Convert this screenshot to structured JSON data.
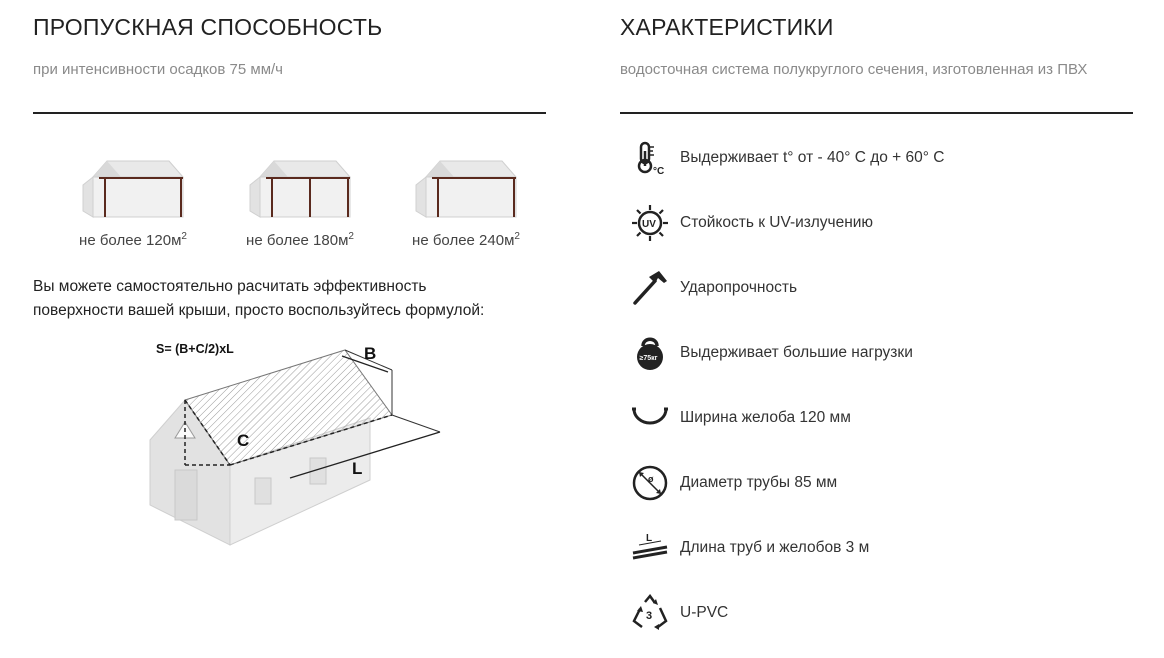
{
  "left": {
    "title": "ПРОПУСКНАЯ СПОСОБНОСТЬ",
    "subtitle": "при интенсивности осадков 75 мм/ч",
    "houses": [
      {
        "label": "не более 120м",
        "sup": "2"
      },
      {
        "label": "не более 180м",
        "sup": "2"
      },
      {
        "label": "не более 240м",
        "sup": "2"
      }
    ],
    "calc_line1": "Вы можете самостоятельно расчитать эффективность",
    "calc_line2": "поверхности вашей крыши, просто воспользуйтесь формулой:",
    "formula": "S= (B+C/2)xL",
    "dim_b": "B",
    "dim_c": "C",
    "dim_l": "L"
  },
  "right": {
    "title": "ХАРАКТЕРИСТИКИ",
    "subtitle": "водосточная система полукруглого сечения, изготовленная из ПВХ",
    "features": [
      {
        "icon": "thermometer-icon",
        "text": "Выдерживает t° от - 40° C до + 60° C"
      },
      {
        "icon": "uv-icon",
        "text": "Стойкость к UV-излучению"
      },
      {
        "icon": "hammer-icon",
        "text": "Ударопрочность"
      },
      {
        "icon": "kettlebell-icon",
        "text": "Выдерживает большие нагрузки"
      },
      {
        "icon": "gutter-icon",
        "text": "Ширина желоба 120 мм"
      },
      {
        "icon": "diameter-icon",
        "text": "Диаметр трубы 85 мм"
      },
      {
        "icon": "length-icon",
        "text": "Длина труб и желобов 3 м"
      },
      {
        "icon": "recycle-icon",
        "text": "U-PVC"
      }
    ],
    "icon_labels": {
      "thermo_unit": "°C",
      "uv": "UV",
      "weight": "≥75кг",
      "diameter": "ø",
      "length": "L",
      "recycle": "3"
    }
  }
}
